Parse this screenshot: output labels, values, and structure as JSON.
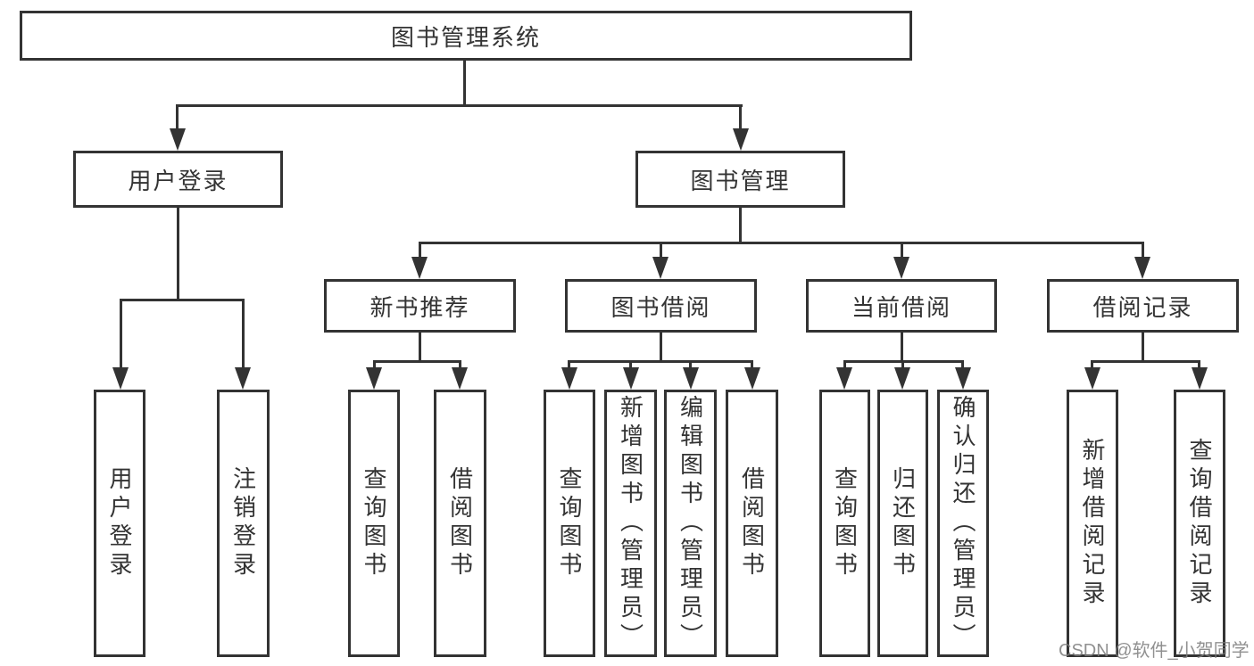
{
  "colors": {
    "line": "#333333",
    "box_border": "#333333",
    "text": "#333333",
    "background": "#ffffff",
    "watermark": "#7d7d7d"
  },
  "tree": {
    "label": "图书管理系统",
    "children": [
      {
        "label": "用户登录",
        "children": [
          {
            "label": "用户登录"
          },
          {
            "label": "注销登录"
          }
        ]
      },
      {
        "label": "图书管理",
        "children": [
          {
            "label": "新书推荐",
            "children": [
              {
                "label": "查询图书"
              },
              {
                "label": "借阅图书"
              }
            ]
          },
          {
            "label": "图书借阅",
            "children": [
              {
                "label": "查询图书"
              },
              {
                "label": "新增图书（管理员）"
              },
              {
                "label": "编辑图书（管理员）"
              },
              {
                "label": "借阅图书"
              }
            ]
          },
          {
            "label": "当前借阅",
            "children": [
              {
                "label": "查询图书"
              },
              {
                "label": "归还图书"
              },
              {
                "label": "确认归还（管理员）"
              }
            ]
          },
          {
            "label": "借阅记录",
            "children": [
              {
                "label": "新增借阅记录"
              },
              {
                "label": "查询借阅记录"
              }
            ]
          }
        ]
      }
    ]
  },
  "watermark": {
    "text": "CSDN @软件_小贺同学"
  }
}
